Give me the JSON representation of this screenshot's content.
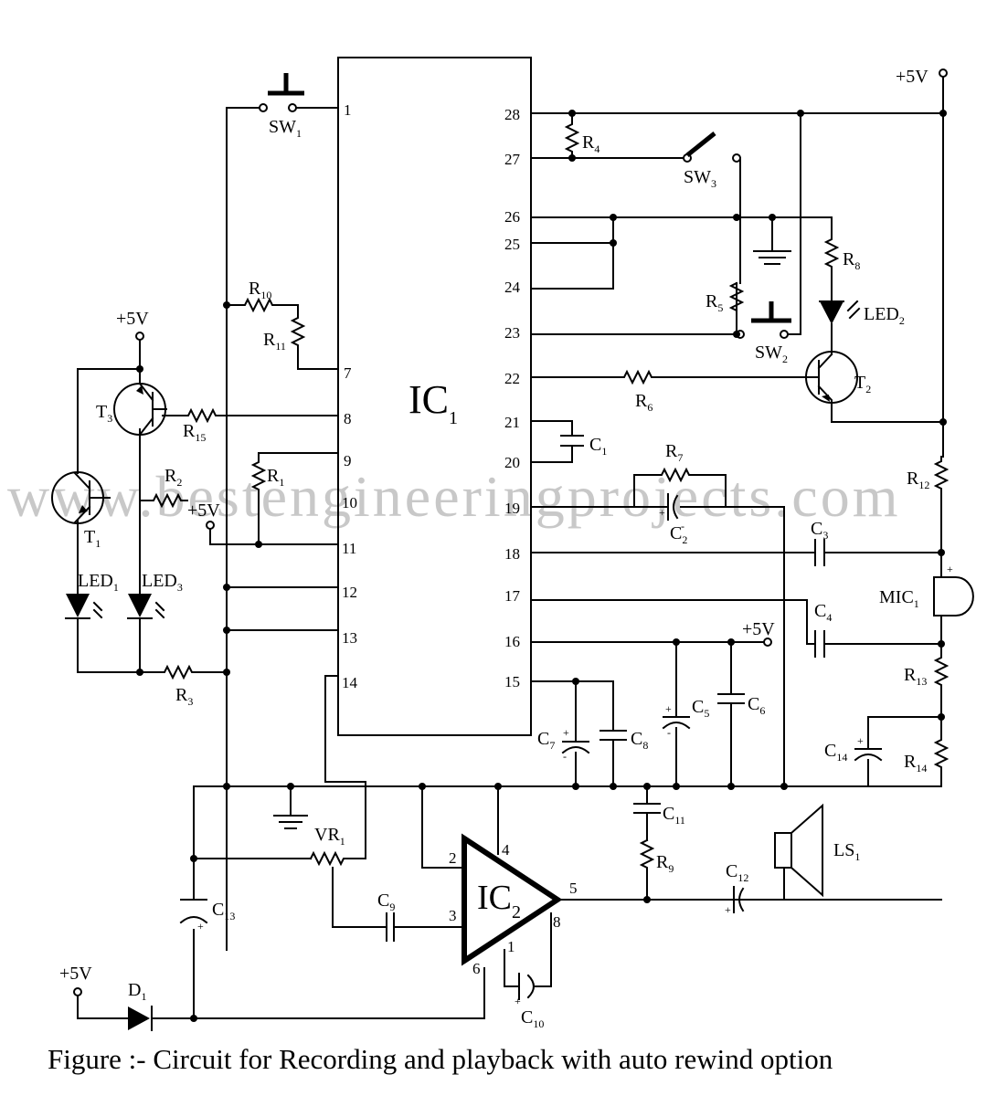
{
  "caption": "Figure :- Circuit for Recording and playback with auto rewind option",
  "watermark": "www.bestengineeringprojects.com",
  "ic1": {
    "name": "IC",
    "sub": "1"
  },
  "ic2": {
    "name": "IC",
    "sub": "2"
  },
  "ic1_pins_left": [
    "1",
    "7",
    "8",
    "9",
    "10",
    "11",
    "12",
    "13",
    "14"
  ],
  "ic1_pins_right": [
    "28",
    "27",
    "26",
    "25",
    "24",
    "23",
    "22",
    "21",
    "20",
    "19",
    "18",
    "17",
    "16",
    "15"
  ],
  "ic2_pins": [
    "2",
    "3",
    "4",
    "5",
    "6",
    "8",
    "1"
  ],
  "supply": "+5V",
  "components": {
    "R": "R",
    "C": "C",
    "T": "T",
    "SW": "SW",
    "LED": "LED",
    "D": "D",
    "VR": "VR",
    "MIC": "MIC",
    "LS": "LS",
    "r_subs": [
      "1",
      "2",
      "3",
      "4",
      "5",
      "6",
      "7",
      "8",
      "9",
      "10",
      "11",
      "12",
      "13",
      "14",
      "15"
    ],
    "c_subs": [
      "1",
      "2",
      "3",
      "4",
      "5",
      "6",
      "7",
      "8",
      "9",
      "10",
      "11",
      "12",
      "13",
      "14"
    ],
    "t_subs": [
      "1",
      "2",
      "3"
    ],
    "sw_subs": [
      "1",
      "2",
      "3"
    ],
    "led_subs": [
      "1",
      "2",
      "3"
    ],
    "d_sub": "1",
    "vr_sub": "1",
    "mic_sub": "1",
    "ls_sub": "1"
  },
  "polarity": {
    "plus": "+",
    "minus": "-"
  }
}
